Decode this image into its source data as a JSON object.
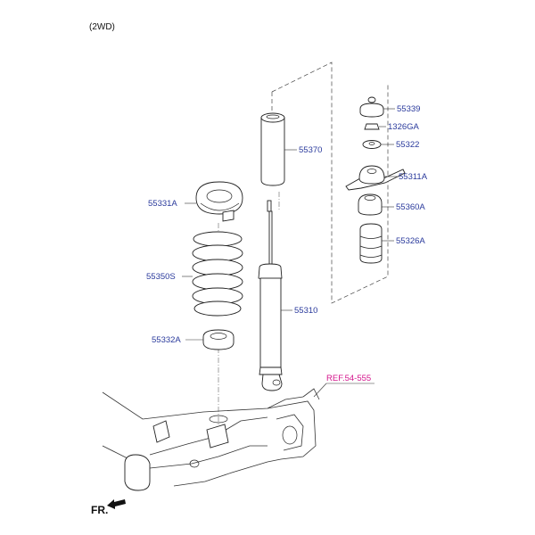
{
  "header": {
    "variant": "(2WD)"
  },
  "direction": {
    "label": "FR."
  },
  "reference": {
    "label": "REF.54-555"
  },
  "parts": {
    "p55339": "55339",
    "p1326GA": "1326GA",
    "p55322": "55322",
    "p55311A": "55311A",
    "p55360A": "55360A",
    "p55326A": "55326A",
    "p55370": "55370",
    "p55331A": "55331A",
    "p55350S": "55350S",
    "p55310": "55310",
    "p55332A": "55332A"
  }
}
